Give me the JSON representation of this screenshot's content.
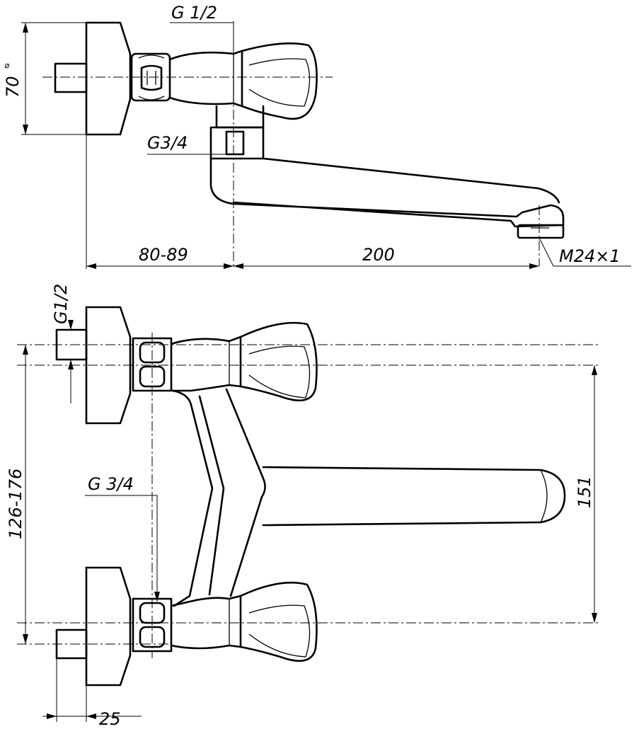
{
  "labels": {
    "top_inlet_thread": "G 1/2",
    "top_flange_diameter": "70",
    "top_outlet_thread": "G3/4",
    "offset_range": "80-89",
    "spout_reach": "200",
    "aerator_thread": "M24×1",
    "front_inlet_thread": "G1/2",
    "center_distance_range": "126-176",
    "front_connection_thread": "G 3/4",
    "handle_spacing": "151",
    "flange_projection": "25"
  }
}
